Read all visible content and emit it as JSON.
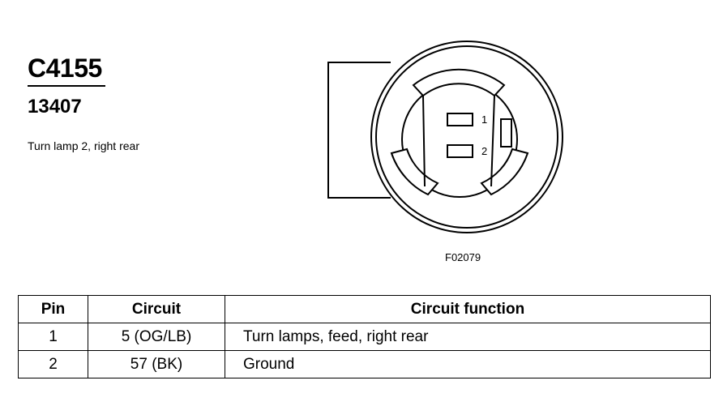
{
  "connector": {
    "id": "C4155",
    "part_number": "13407",
    "description": "Turn lamp 2, right rear",
    "figure_code": "F02079",
    "pin_labels": [
      "1",
      "2"
    ]
  },
  "table": {
    "headers": {
      "pin": "Pin",
      "circuit": "Circuit",
      "function": "Circuit function"
    },
    "rows": [
      {
        "pin": "1",
        "circuit": "5 (OG/LB)",
        "function": "Turn lamps, feed, right rear"
      },
      {
        "pin": "2",
        "circuit": "57 (BK)",
        "function": "Ground"
      }
    ]
  }
}
